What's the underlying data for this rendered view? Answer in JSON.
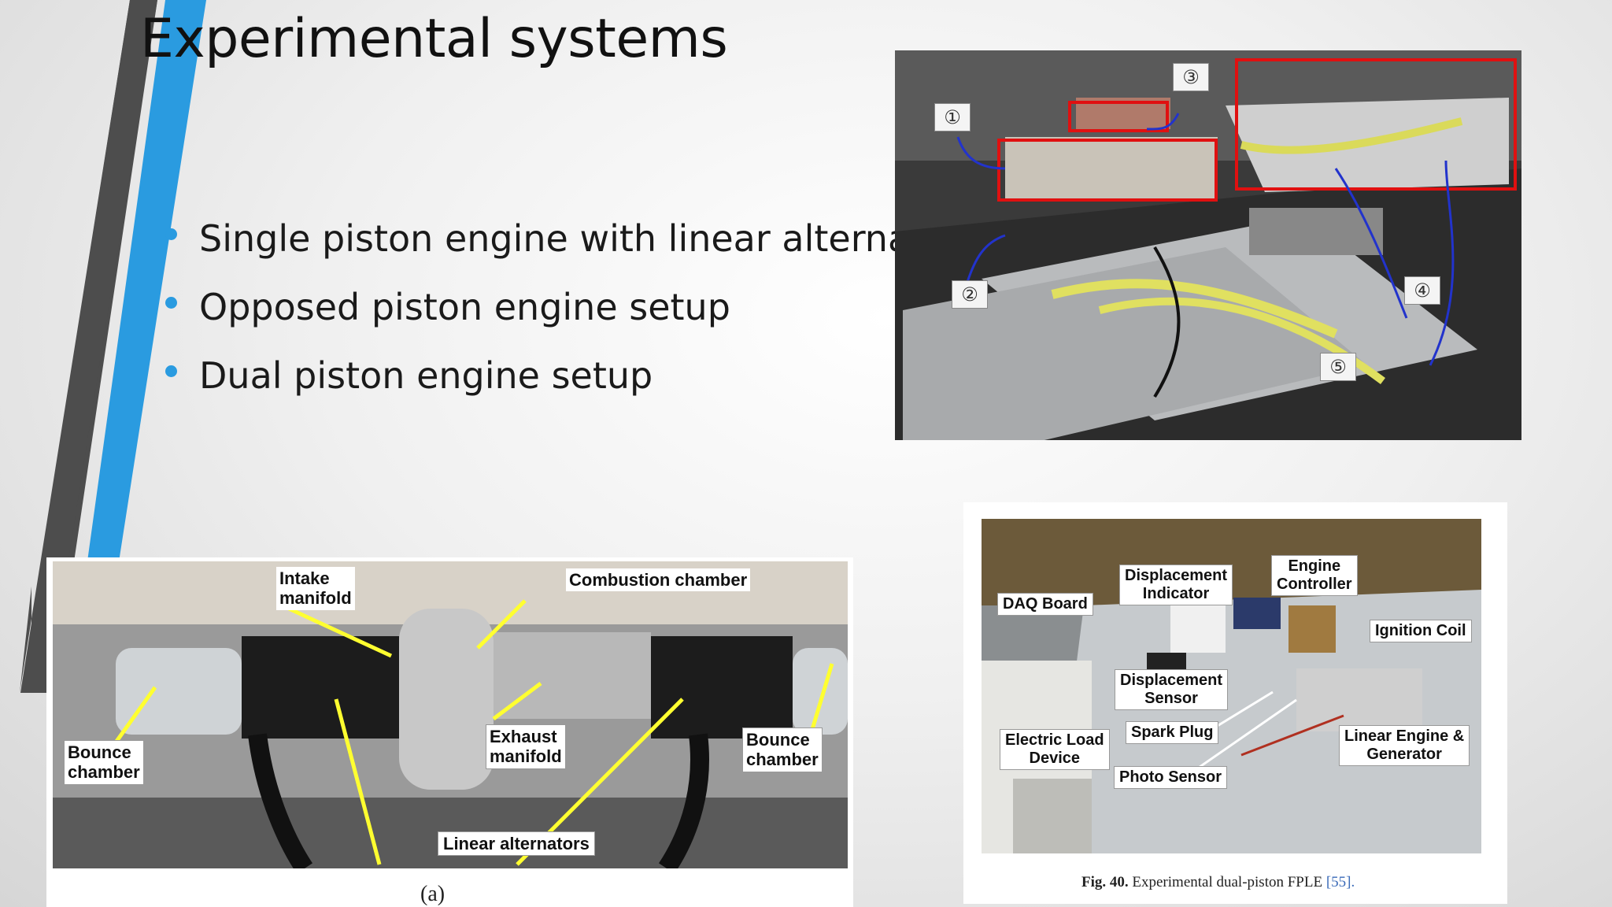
{
  "slide": {
    "title": "Experimental systems",
    "bullets": [
      "Single piston engine with linear alternator",
      "Opposed piston engine setup",
      "Dual piston engine setup"
    ],
    "accent_color": "#2a9be0",
    "dark_stripe_color": "#4a4a4a"
  },
  "figure_top": {
    "markers": [
      "①",
      "②",
      "③",
      "④",
      "⑤"
    ]
  },
  "figure_left": {
    "labels": {
      "intake": "Intake\nmanifold",
      "combustion": "Combustion chamber",
      "bounce_left": "Bounce\nchamber",
      "exhaust": "Exhaust\nmanifold",
      "bounce_right": "Bounce\nchamber",
      "linear_alternators": "Linear alternators"
    },
    "caption": "(a)"
  },
  "figure_right": {
    "labels": {
      "daq": "DAQ Board",
      "disp_indicator": "Displacement\nIndicator",
      "engine_controller": "Engine\nController",
      "ignition_coil": "Ignition Coil",
      "disp_sensor": "Displacement\nSensor",
      "electric_load": "Electric Load\nDevice",
      "spark_plug": "Spark Plug",
      "linear_engine": "Linear Engine &\nGenerator",
      "photo_sensor": "Photo Sensor"
    },
    "caption_prefix": "Fig. 40.",
    "caption_text": "Experimental dual-piston FPLE",
    "caption_ref": "[55]."
  }
}
